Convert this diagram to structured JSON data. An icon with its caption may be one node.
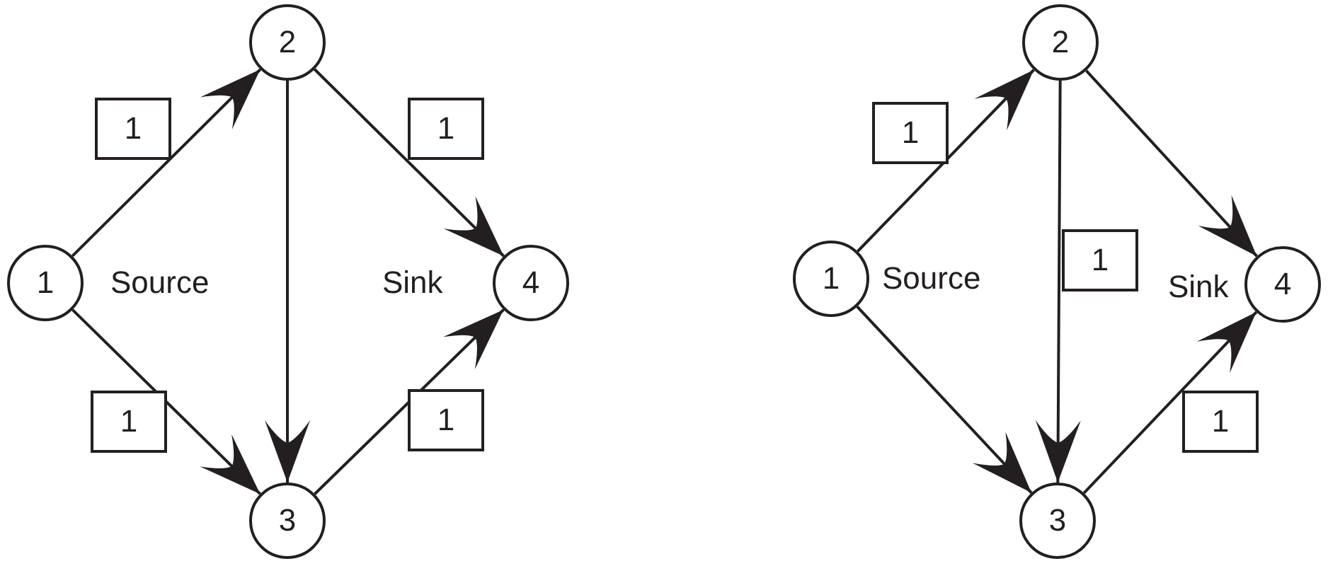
{
  "diagram": {
    "nodes": [
      {
        "text": [
          "1"
        ],
        "beside": [
          "Source"
        ]
      },
      {
        "text": [
          "2"
        ]
      },
      {
        "text": [
          "3"
        ]
      },
      {
        "text": [
          "4"
        ],
        "beside": [
          "Sink"
        ]
      },
      {
        "text": [
          "1"
        ],
        "beside": [
          "Source"
        ]
      },
      {
        "text": [
          "2"
        ]
      },
      {
        "text": [
          "3"
        ]
      },
      {
        "text": [
          "4"
        ],
        "beside": [
          "Sink"
        ]
      }
    ],
    "edges": [
      {
        "from": 0,
        "to": 1,
        "arrow": "to",
        "label": "1"
      },
      {
        "from": 0,
        "to": 2,
        "arrow": "to",
        "label": "1"
      },
      {
        "from": 1,
        "to": 2,
        "arrow": "to"
      },
      {
        "from": 1,
        "to": 3,
        "arrow": "to",
        "label": "1"
      },
      {
        "from": 2,
        "to": 3,
        "arrow": "to",
        "label": "1"
      },
      {
        "from": 4,
        "to": 5,
        "arrow": "to",
        "label": "1"
      },
      {
        "from": 4,
        "to": 6,
        "arrow": "to"
      },
      {
        "from": 5,
        "to": 6,
        "arrow": "to",
        "label": "1"
      },
      {
        "from": 5,
        "to": 7,
        "arrow": "to"
      },
      {
        "from": 6,
        "to": 7,
        "arrow": "to",
        "label": "1"
      }
    ]
  }
}
